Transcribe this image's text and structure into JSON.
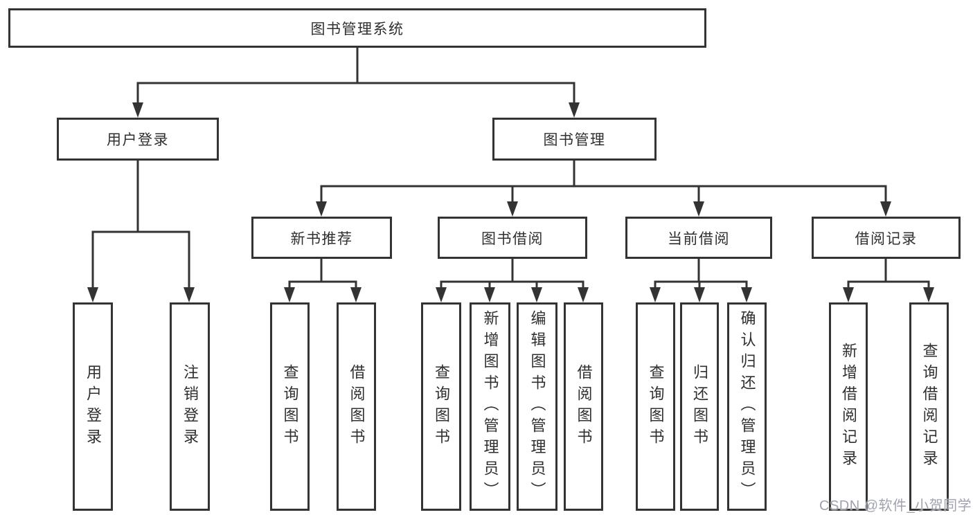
{
  "tree": {
    "label": "图书管理系统",
    "children": [
      {
        "label": "用户登录",
        "children": [
          {
            "label": "用户登录"
          },
          {
            "label": "注销登录"
          }
        ]
      },
      {
        "label": "图书管理",
        "children": [
          {
            "label": "新书推荐",
            "children": [
              {
                "label": "查询图书"
              },
              {
                "label": "借阅图书"
              }
            ]
          },
          {
            "label": "图书借阅",
            "children": [
              {
                "label": "查询图书"
              },
              {
                "label": "新增图书（管理员）"
              },
              {
                "label": "编辑图书（管理员）"
              },
              {
                "label": "借阅图书"
              }
            ]
          },
          {
            "label": "当前借阅",
            "children": [
              {
                "label": "查询图书"
              },
              {
                "label": "归还图书"
              },
              {
                "label": "确认归还（管理员）"
              }
            ]
          },
          {
            "label": "借阅记录",
            "children": [
              {
                "label": "新增借阅记录"
              },
              {
                "label": "查询借阅记录"
              }
            ]
          }
        ]
      }
    ]
  },
  "watermark": "CSDN @软件_小贺同学",
  "colors": {
    "line": "#333333",
    "box_border": "#333333",
    "box_fill": "#ffffff",
    "text": "#2f2f2f",
    "watermark": "#a0a2af",
    "background": "#ffffff"
  }
}
